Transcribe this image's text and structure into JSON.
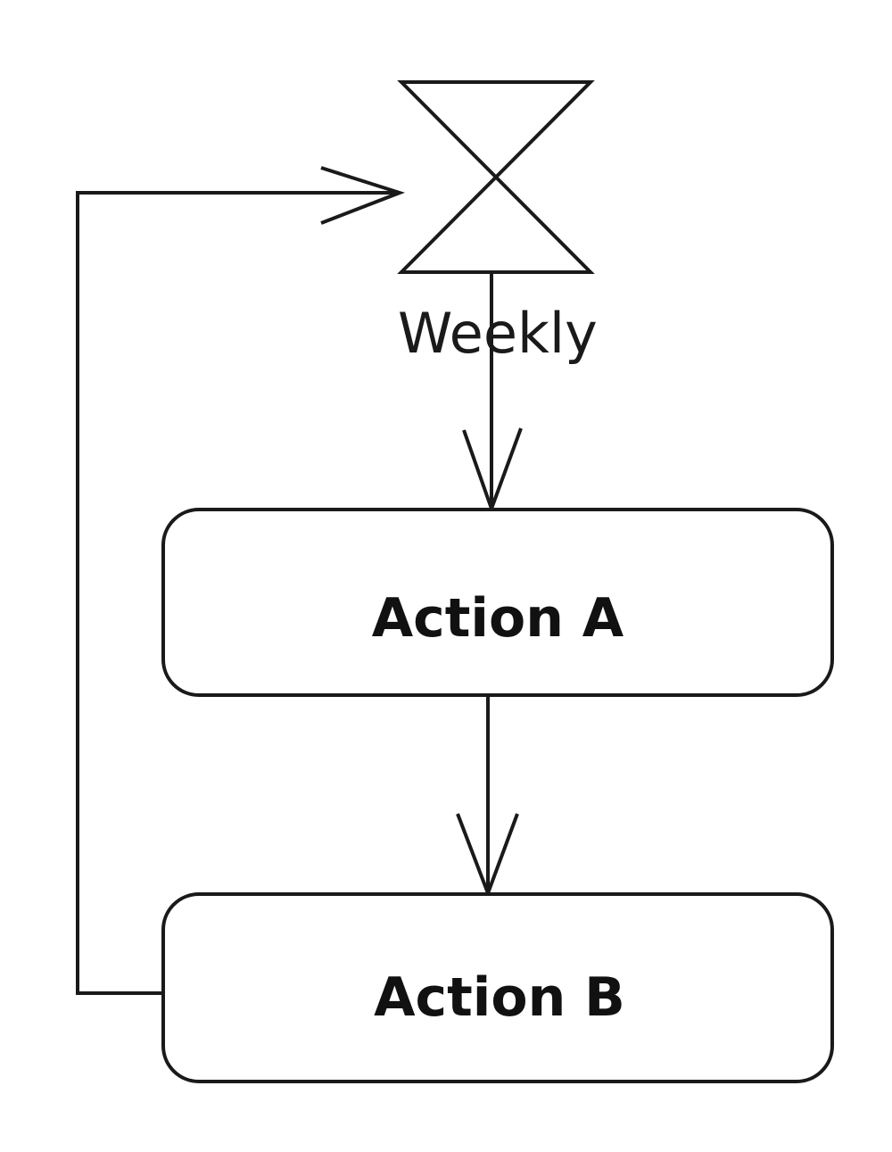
{
  "time_event": {
    "label": "Weekly"
  },
  "actions": [
    {
      "label": "Action A"
    },
    {
      "label": "Action B"
    }
  ],
  "colors": {
    "stroke": "#1a1a1a",
    "fill": "#ffffff",
    "text": "#111111"
  }
}
